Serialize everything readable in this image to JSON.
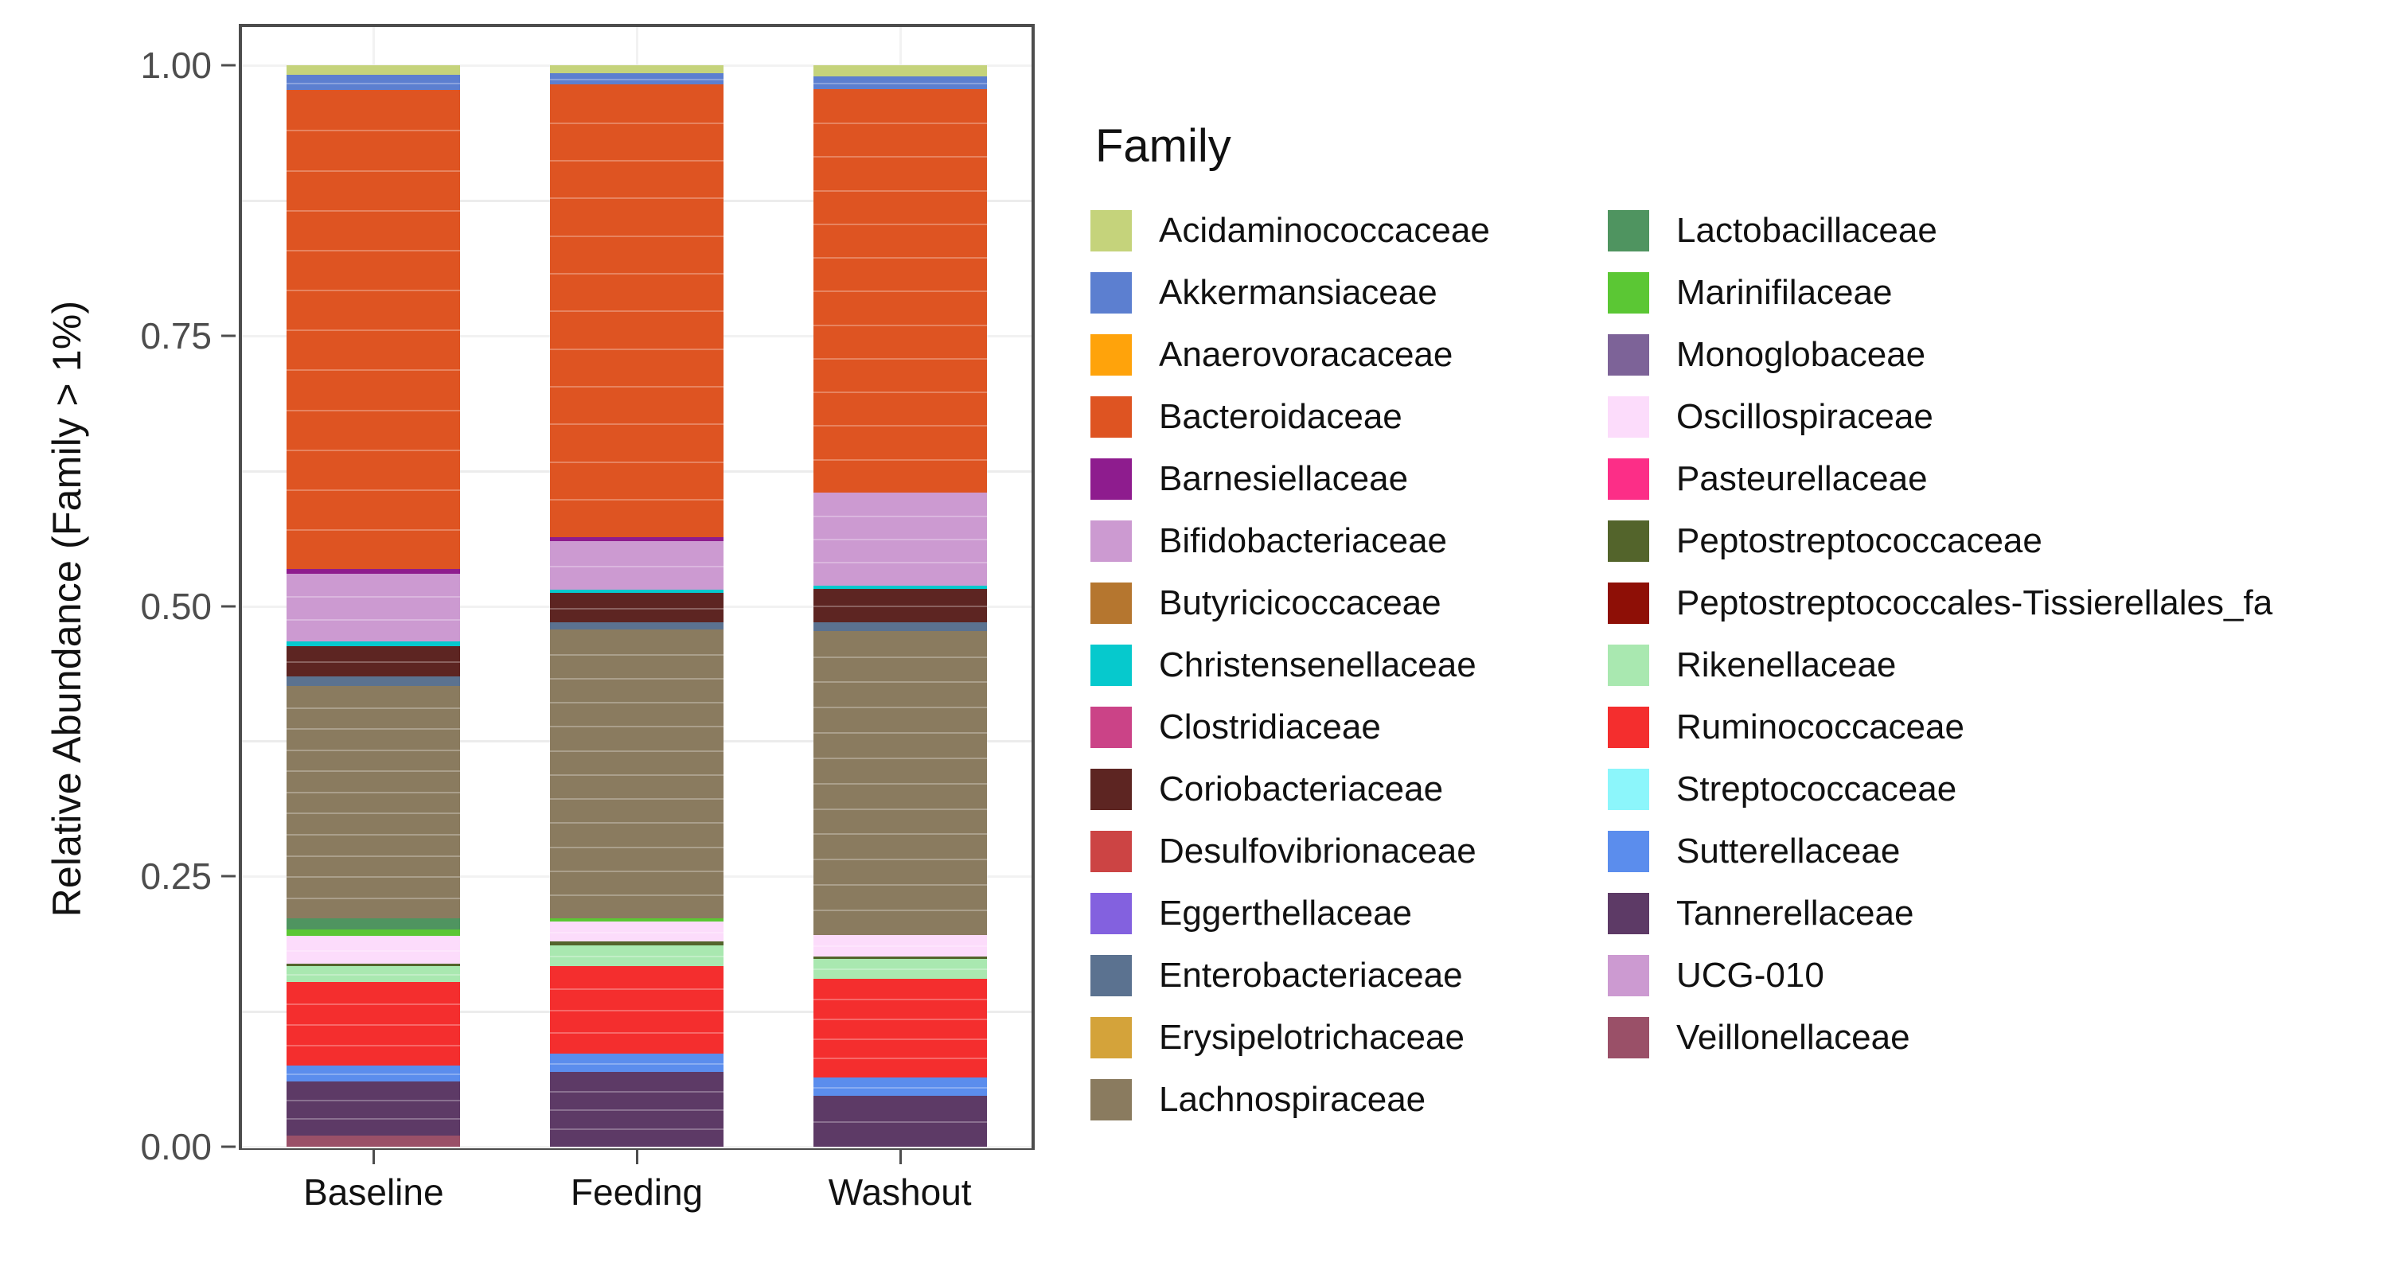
{
  "chart_data": {
    "type": "bar",
    "stacked": true,
    "title": "",
    "xlabel": "",
    "ylabel": "Relative Abundance (Family > 1%)",
    "ylim": [
      0,
      1
    ],
    "yticks": [
      "0.00",
      "0.25",
      "0.50",
      "0.75",
      "1.00"
    ],
    "ytick_values": [
      0,
      0.25,
      0.5,
      0.75,
      1
    ],
    "grid": true,
    "legend_title": "Family",
    "legend_position": "right",
    "categories": [
      "Baseline",
      "Feeding",
      "Washout"
    ],
    "series": [
      {
        "name": "Veillonellaceae",
        "color": "#9a5068",
        "values": [
          0.01,
          0.0,
          0.0
        ]
      },
      {
        "name": "Tannerellaceae",
        "color": "#5d3a66",
        "values": [
          0.05,
          0.069,
          0.047
        ]
      },
      {
        "name": "Sutterellaceae",
        "color": "#5b8ded",
        "values": [
          0.015,
          0.017,
          0.017
        ]
      },
      {
        "name": "Ruminococcaceae",
        "color": "#f42e2e",
        "values": [
          0.077,
          0.081,
          0.091
        ]
      },
      {
        "name": "Rikenellaceae",
        "color": "#a9e8b0",
        "values": [
          0.015,
          0.019,
          0.019
        ]
      },
      {
        "name": "Peptostreptococcaceae",
        "color": "#53642b",
        "values": [
          0.002,
          0.004,
          0.002
        ]
      },
      {
        "name": "Oscillospiraceae",
        "color": "#fcdcfb",
        "values": [
          0.026,
          0.018,
          0.02
        ]
      },
      {
        "name": "Marinifilaceae",
        "color": "#5bc734",
        "values": [
          0.006,
          0.003,
          0.0
        ]
      },
      {
        "name": "Lactobacillaceae",
        "color": "#4f9460",
        "values": [
          0.01,
          0.0,
          0.0
        ]
      },
      {
        "name": "Lachnospiraceae",
        "color": "#8a7b5f",
        "values": [
          0.215,
          0.267,
          0.281
        ]
      },
      {
        "name": "Erysipelotrichaceae",
        "color": "#d4a33a",
        "values": [
          0.0,
          0.0,
          0.0
        ]
      },
      {
        "name": "Enterobacteriaceae",
        "color": "#5b7290",
        "values": [
          0.009,
          0.007,
          0.008
        ]
      },
      {
        "name": "Eggerthellaceae",
        "color": "#8361df",
        "values": [
          0.0,
          0.0,
          0.0
        ]
      },
      {
        "name": "Desulfovibrionaceae",
        "color": "#cc4444",
        "values": [
          0.0,
          0.0,
          0.0
        ]
      },
      {
        "name": "Coriobacteriaceae",
        "color": "#5d2522",
        "values": [
          0.028,
          0.027,
          0.031
        ]
      },
      {
        "name": "Clostridiaceae",
        "color": "#cb4387",
        "values": [
          0.0,
          0.0,
          0.0
        ]
      },
      {
        "name": "Christensenellaceae",
        "color": "#06c9cd",
        "values": [
          0.004,
          0.003,
          0.003
        ]
      },
      {
        "name": "Butyricicoccaceae",
        "color": "#b5762f",
        "values": [
          0.0,
          0.0,
          0.0
        ]
      },
      {
        "name": "Bifidobacteriaceae",
        "color": "#cc9ad1",
        "values": [
          0.063,
          0.045,
          0.086
        ]
      },
      {
        "name": "Barnesiellaceae",
        "color": "#8e1c8e",
        "values": [
          0.004,
          0.004,
          0.0
        ]
      },
      {
        "name": "Bacteroidaceae",
        "color": "#de5422",
        "values": [
          0.443,
          0.418,
          0.373
        ]
      },
      {
        "name": "Anaerovoracaceae",
        "color": "#ffa30b",
        "values": [
          0.0,
          0.0,
          0.0
        ]
      },
      {
        "name": "Akkermansiaceae",
        "color": "#5c7fd0",
        "values": [
          0.014,
          0.011,
          0.012
        ]
      },
      {
        "name": "Acidaminococcaceae",
        "color": "#c5d37b",
        "values": [
          0.009,
          0.007,
          0.01
        ]
      }
    ]
  },
  "axis": {
    "y_title": "Relative Abundance (Family > 1%)",
    "y_ticks": [
      "1.00",
      "0.75",
      "0.50",
      "0.25",
      "0.00"
    ],
    "x_labels": [
      "Baseline",
      "Feeding",
      "Washout"
    ]
  },
  "legend": {
    "title": "Family",
    "column1": [
      {
        "label": "Acidaminococcaceae",
        "color": "#c5d37b"
      },
      {
        "label": "Akkermansiaceae",
        "color": "#5c7fd0"
      },
      {
        "label": "Anaerovoracaceae",
        "color": "#ffa30b"
      },
      {
        "label": "Bacteroidaceae",
        "color": "#de5422"
      },
      {
        "label": "Barnesiellaceae",
        "color": "#8e1c8e"
      },
      {
        "label": "Bifidobacteriaceae",
        "color": "#cc9ad1"
      },
      {
        "label": "Butyricicoccaceae",
        "color": "#b5762f"
      },
      {
        "label": "Christensenellaceae",
        "color": "#06c9cd"
      },
      {
        "label": "Clostridiaceae",
        "color": "#cb4387"
      },
      {
        "label": "Coriobacteriaceae",
        "color": "#5d2522"
      },
      {
        "label": "Desulfovibrionaceae",
        "color": "#cc4444"
      },
      {
        "label": "Eggerthellaceae",
        "color": "#8361df"
      },
      {
        "label": "Enterobacteriaceae",
        "color": "#5b7290"
      },
      {
        "label": "Erysipelotrichaceae",
        "color": "#d4a33a"
      },
      {
        "label": "Lachnospiraceae",
        "color": "#8a7b5f"
      }
    ],
    "column2": [
      {
        "label": "Lactobacillaceae",
        "color": "#4f9460"
      },
      {
        "label": "Marinifilaceae",
        "color": "#5bc734"
      },
      {
        "label": "Monoglobaceae",
        "color": "#7d6398"
      },
      {
        "label": "Oscillospiraceae",
        "color": "#fcdcfb"
      },
      {
        "label": "Pasteurellaceae",
        "color": "#fc2e87"
      },
      {
        "label": "Peptostreptococcaceae",
        "color": "#53642b"
      },
      {
        "label": "Peptostreptococcales-Tissierellales_fa",
        "color": "#8e0f06"
      },
      {
        "label": "Rikenellaceae",
        "color": "#a9e8b0"
      },
      {
        "label": "Ruminococcaceae",
        "color": "#f42e2e"
      },
      {
        "label": "Streptococcaceae",
        "color": "#8cf6fb"
      },
      {
        "label": "Sutterellaceae",
        "color": "#5b8ded"
      },
      {
        "label": "Tannerellaceae",
        "color": "#5d3a66"
      },
      {
        "label": "UCG-010",
        "color": "#cc9ad1"
      },
      {
        "label": "Veillonellaceae",
        "color": "#9a5068"
      }
    ]
  }
}
